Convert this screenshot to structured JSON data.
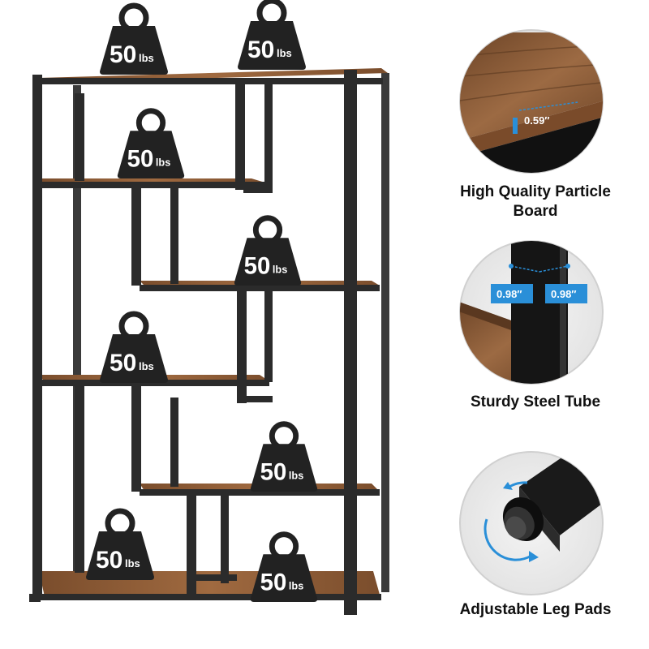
{
  "colors": {
    "frame": "#2b2b2b",
    "wood": "#8a5a36",
    "wood_light": "#a06a40",
    "weight": "#222222",
    "accent_blue": "#2a8fd8"
  },
  "weights": [
    {
      "value": "50",
      "unit": "lbs"
    },
    {
      "value": "50",
      "unit": "lbs"
    },
    {
      "value": "50",
      "unit": "lbs"
    },
    {
      "value": "50",
      "unit": "lbs"
    },
    {
      "value": "50",
      "unit": "lbs"
    },
    {
      "value": "50",
      "unit": "lbs"
    },
    {
      "value": "50",
      "unit": "lbs"
    },
    {
      "value": "50",
      "unit": "lbs"
    }
  ],
  "features": [
    {
      "label": "High Quality Particle Board",
      "dimension": "0.59″",
      "icon": "particle-board-closeup"
    },
    {
      "label": "Sturdy Steel Tube",
      "dimension_left": "0.98″",
      "dimension_right": "0.98″",
      "icon": "steel-tube-closeup"
    },
    {
      "label": "Adjustable Leg Pads",
      "icon": "leg-pad-closeup"
    }
  ]
}
